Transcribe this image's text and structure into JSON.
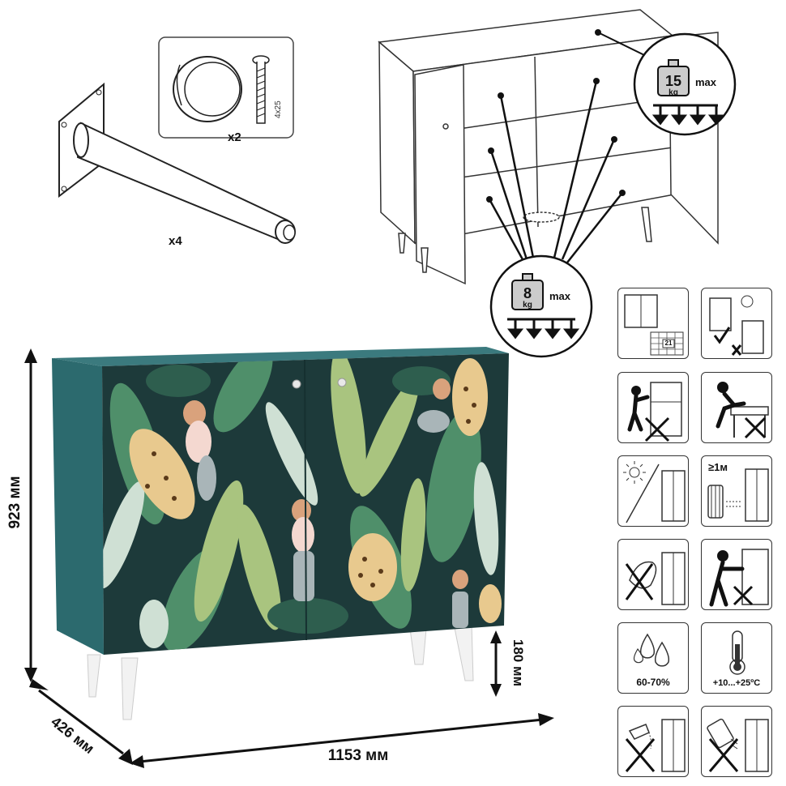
{
  "hardware": {
    "leg_qty": "x4",
    "knob_qty": "x2",
    "screw_size": "4x25"
  },
  "load_limits": {
    "top_weight": "15",
    "bottom_weight": "8",
    "weight_unit": "kg",
    "max_label": "max"
  },
  "dimensions": {
    "height": "923 мм",
    "depth": "426 мм",
    "width": "1153 мм",
    "leg_height": "180 мм"
  },
  "care_icons": {
    "distance_label": "≥1м",
    "humidity_label": "60-70%",
    "temperature_label": "+10...+25ºC",
    "tile_number": "21"
  },
  "colors": {
    "cabinet": "#2c6a6e",
    "cabinet_dark": "#1f4f53",
    "jungle_bg": "#1d3a3a",
    "leaf_light": "#a9c47f",
    "leaf_mid": "#4f8f6a",
    "leaf_pale": "#cfe0d4",
    "leopard": "#e8c98e",
    "skin": "#d9a27c",
    "legs": "#f2f2f2"
  }
}
